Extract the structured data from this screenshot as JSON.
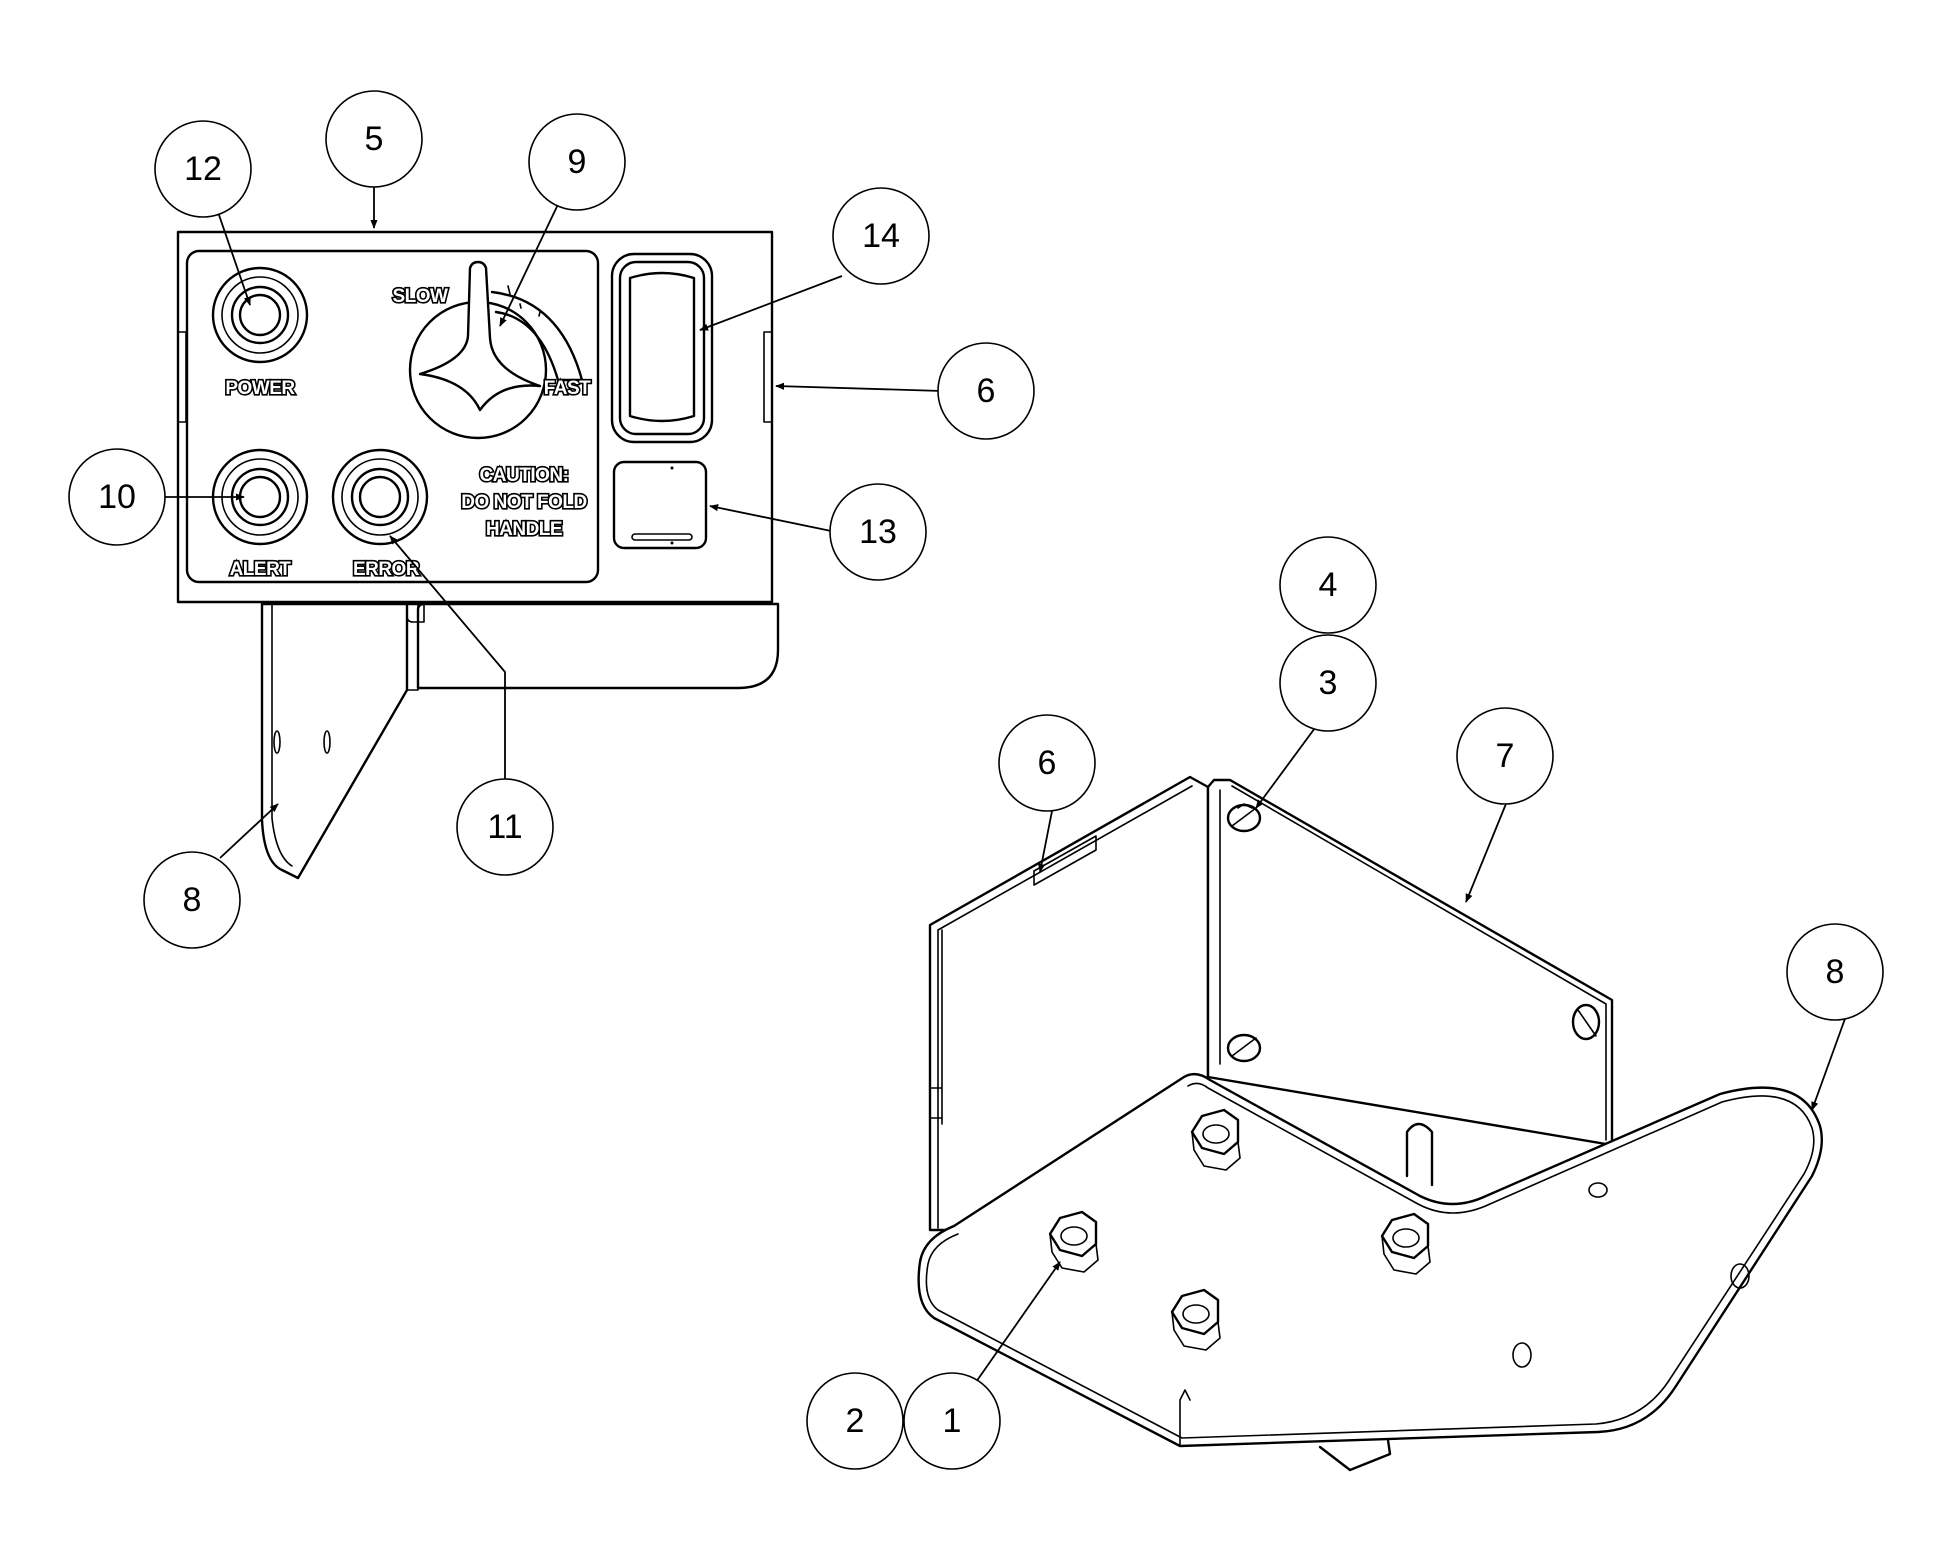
{
  "panel_labels": {
    "power": "POWER",
    "alert": "ALERT",
    "error": "ERROR",
    "slow": "SLOW",
    "fast": "FAST",
    "caution_line1": "CAUTION:",
    "caution_line2": "DO NOT FOLD",
    "caution_line3": "HANDLE"
  },
  "callouts": {
    "c1": "1",
    "c2": "2",
    "c3": "3",
    "c4": "4",
    "c5": "5",
    "c6_panel": "6",
    "c6_box": "6",
    "c7": "7",
    "c8_panel": "8",
    "c8_box": "8",
    "c9": "9",
    "c10": "10",
    "c11": "11",
    "c12": "12",
    "c13": "13",
    "c14": "14"
  }
}
